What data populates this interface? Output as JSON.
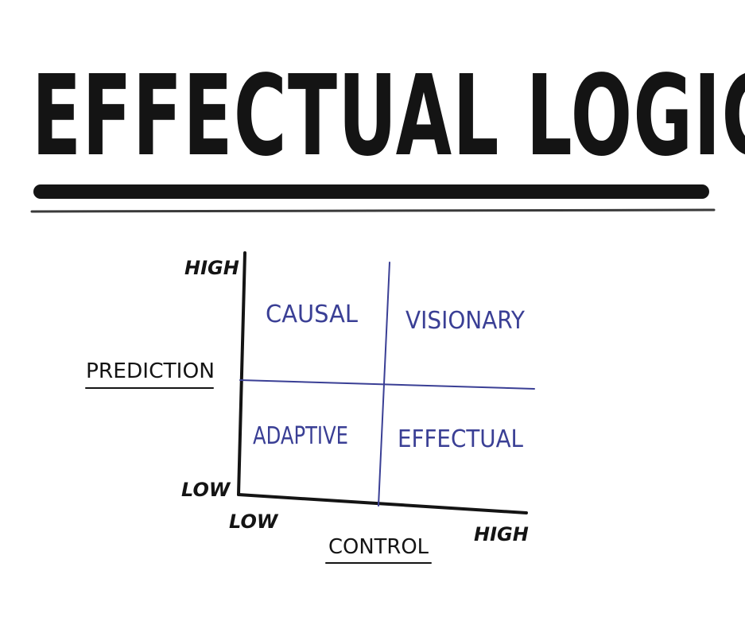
{
  "title": "EFFECTUAL LOGIC",
  "y_axis": {
    "label": "PREDICTION",
    "high": "HIGH",
    "low": "LOW"
  },
  "x_axis": {
    "label": "CONTROL",
    "low": "LOW",
    "high": "HIGH"
  },
  "quadrants": {
    "top_left": "CAUSAL",
    "top_right": "VISIONARY",
    "bottom_left": "ADAPTIVE",
    "bottom_right": "EFFECTUAL"
  },
  "colors": {
    "ink": "#141414",
    "marker_blue": "#3a3f95"
  }
}
